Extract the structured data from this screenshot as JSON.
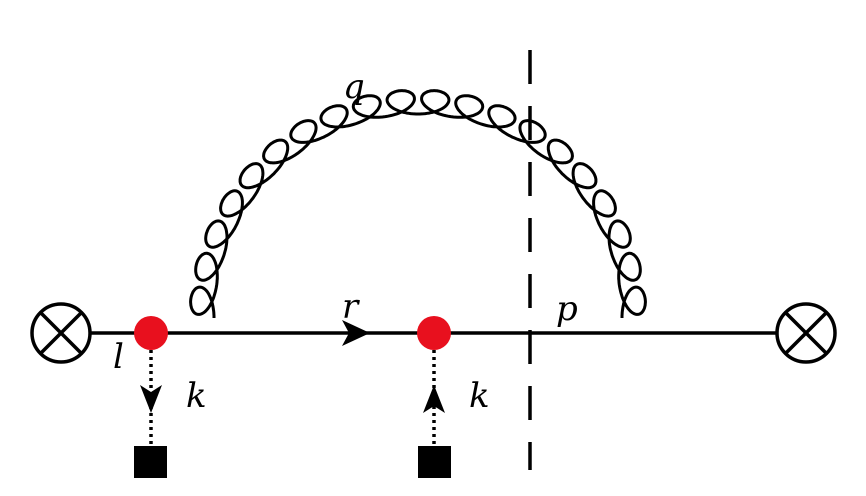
{
  "labels": {
    "gluon": "q",
    "propagator": "r",
    "final": "p",
    "initial": "l",
    "insertion_left": "k",
    "insertion_right": "k"
  },
  "colors": {
    "line": "#000000",
    "vertex": "#e8101e",
    "source": "#000000"
  },
  "icons": {
    "current_vertex": "circled-cross-icon",
    "external_source": "filled-square-icon"
  }
}
